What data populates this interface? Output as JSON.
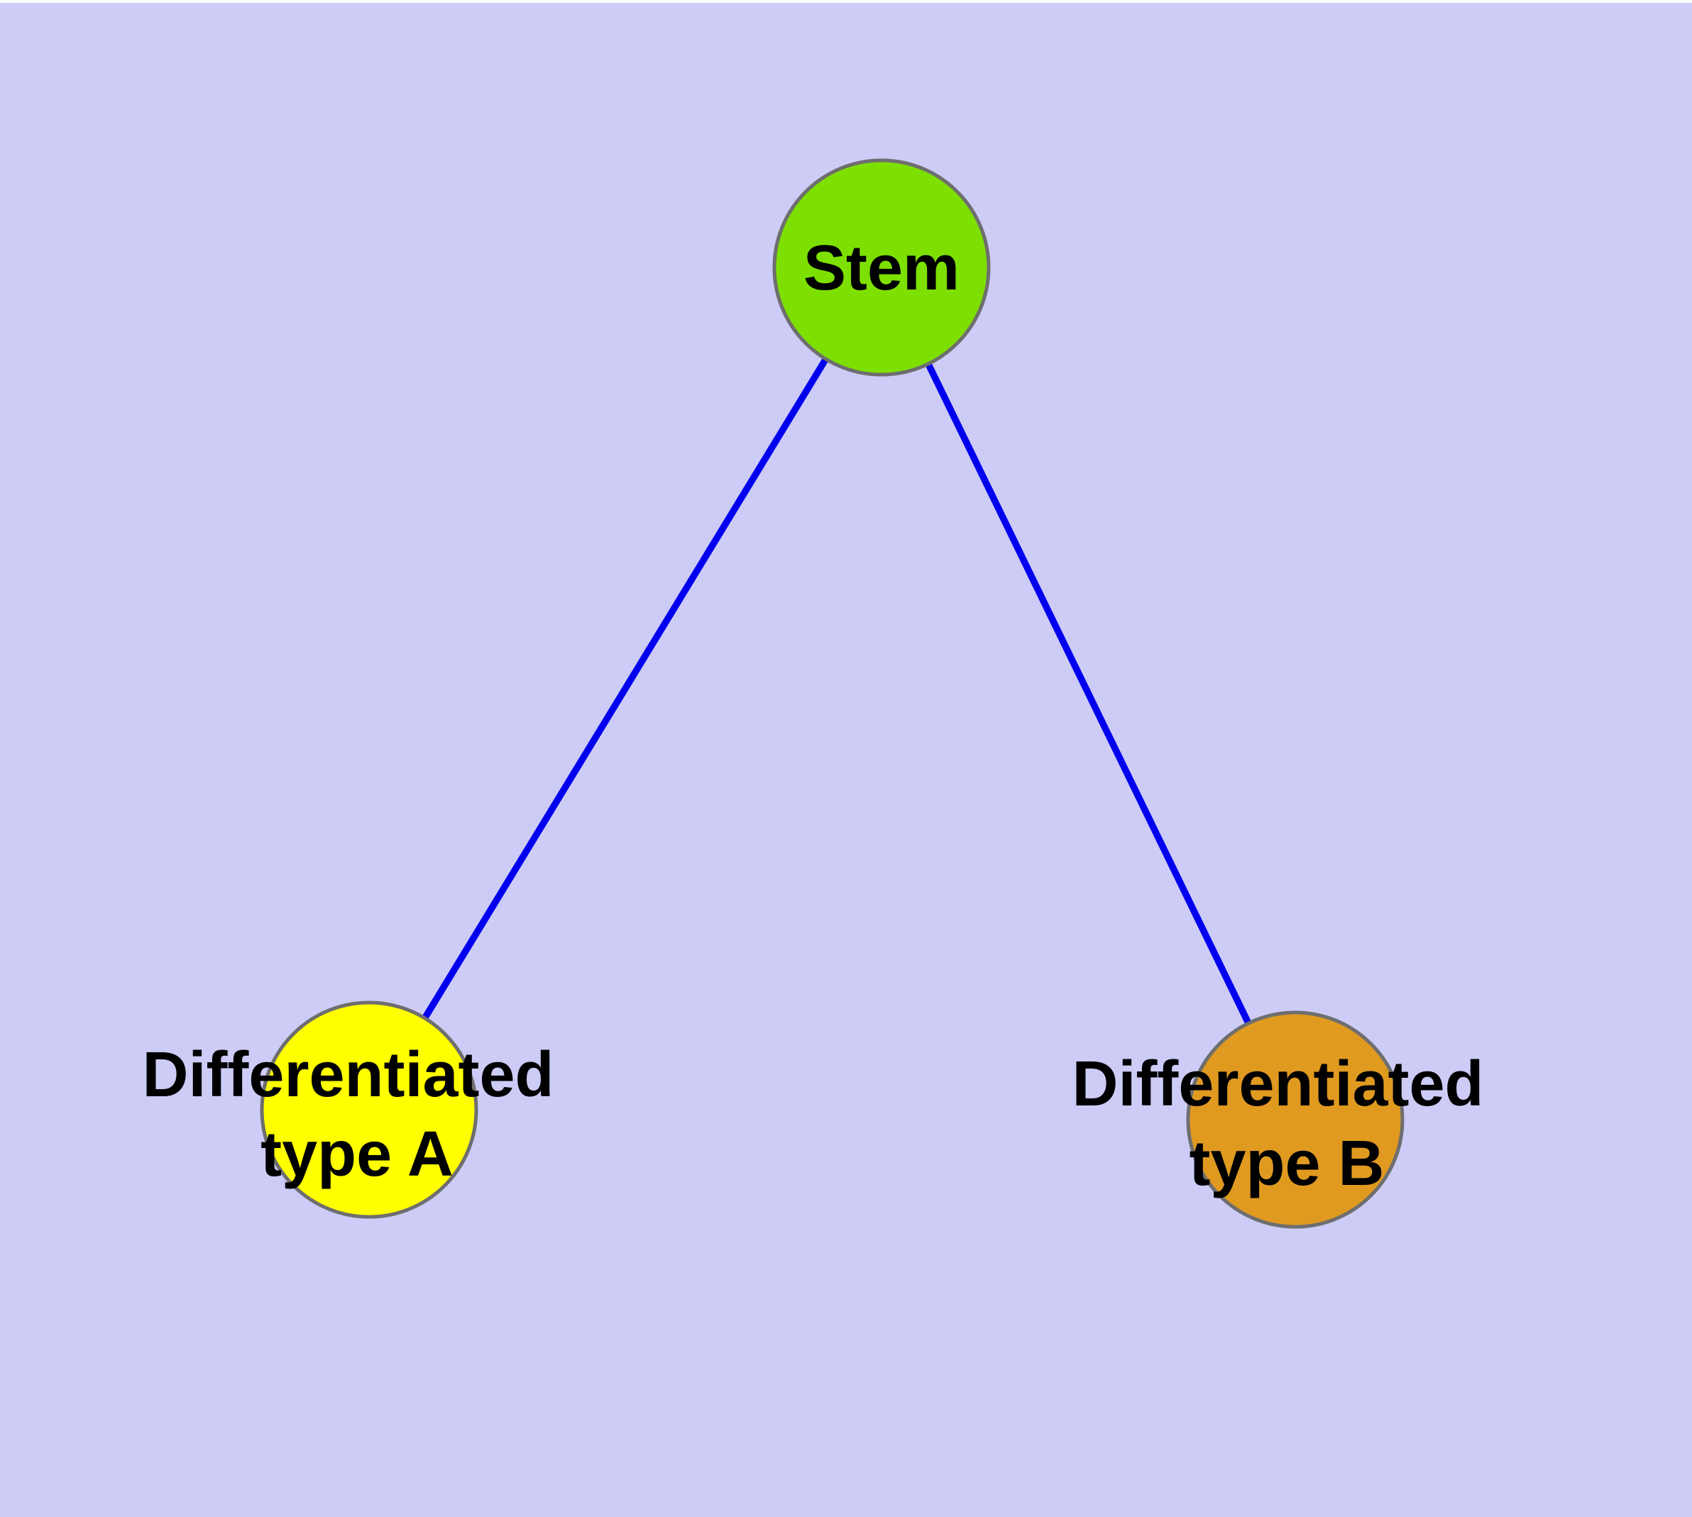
{
  "canvas": {
    "background_color": "#ccccf7",
    "page_margin_color": "#ffffff",
    "node_border_color": "#6e6e6e",
    "label_text_color": "#000000"
  },
  "graph": {
    "nodes": [
      {
        "id": "stem",
        "label": "Stem",
        "line1": "Stem",
        "line2": "",
        "fill": "#7de000",
        "shape": "circle"
      },
      {
        "id": "type-a",
        "label": "Differentiated type A",
        "line1": "Differentiated",
        "line2": "type A",
        "fill": "#ffff00",
        "shape": "circle"
      },
      {
        "id": "type-b",
        "label": "Differentiated type B",
        "line1": "Differentiated",
        "line2": "type B",
        "fill": "#e09a20",
        "shape": "circle"
      }
    ],
    "edges": [
      {
        "from": "stem",
        "to": "type-a",
        "color": "#0000ee"
      },
      {
        "from": "stem",
        "to": "type-b",
        "color": "#0000ee"
      }
    ]
  }
}
